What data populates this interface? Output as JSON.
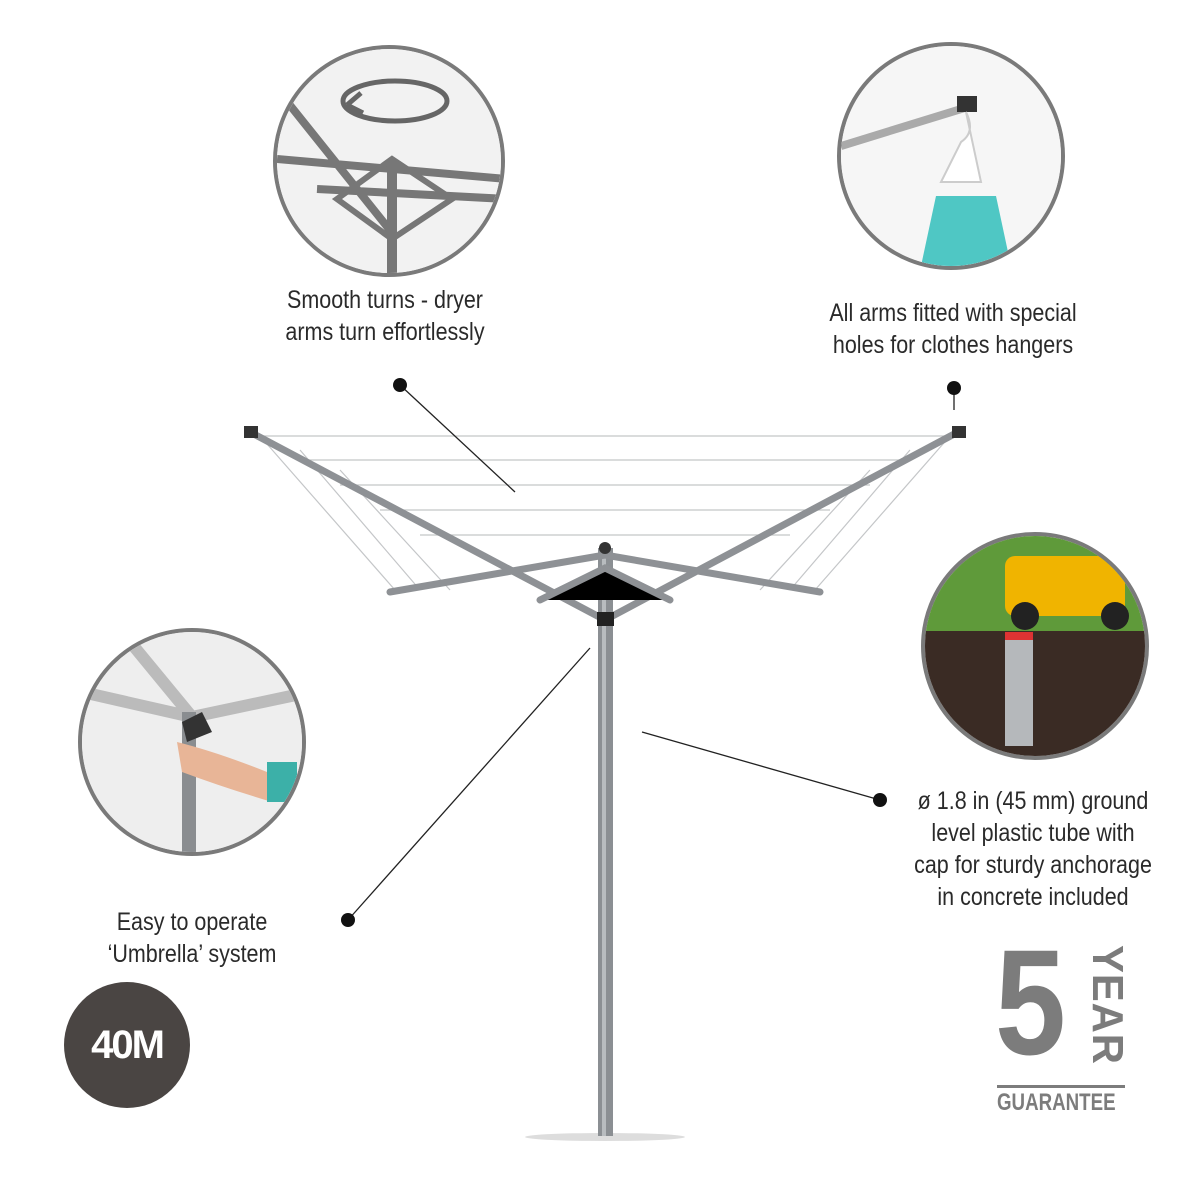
{
  "features": [
    {
      "id": "smooth-turns",
      "lines": [
        "Smooth turns - dryer",
        "arms turn effortlessly"
      ]
    },
    {
      "id": "hanger-holes",
      "lines": [
        "All arms fitted with special",
        "holes for clothes hangers"
      ]
    },
    {
      "id": "ground-tube",
      "lines": [
        "ø 1.8 in (45 mm) ground",
        "level plastic tube with",
        "cap for sturdy anchorage",
        "in concrete included"
      ]
    },
    {
      "id": "umbrella",
      "lines": [
        "Easy to operate",
        "‘Umbrella’ system"
      ]
    }
  ],
  "badge": {
    "label": "40M",
    "color": "#4a4543"
  },
  "guarantee": {
    "number": "5",
    "unit": "YEAR",
    "label": "GUARANTEE",
    "color": "#7c7c7c"
  }
}
